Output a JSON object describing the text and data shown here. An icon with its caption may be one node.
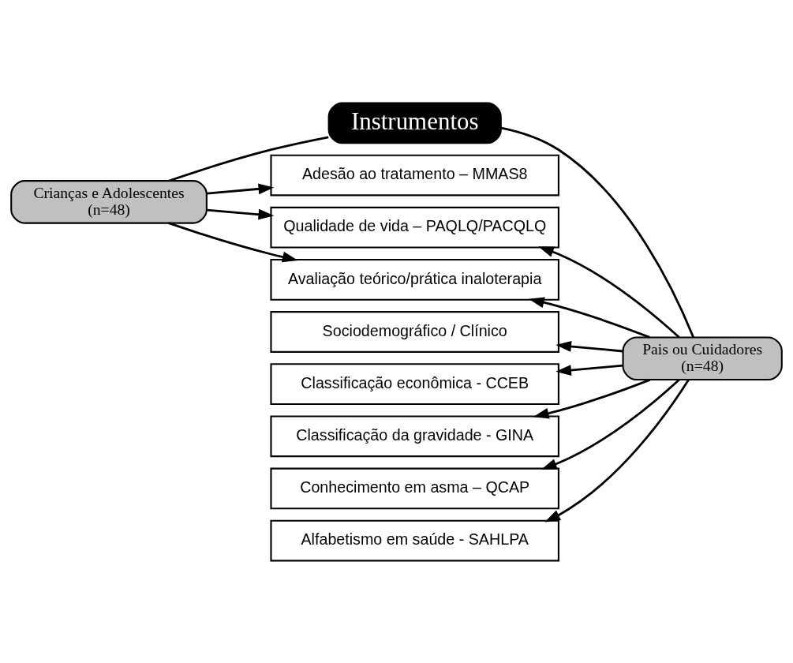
{
  "diagram": {
    "nodes": [
      {
        "text": [
          "Instrumentos"
        ]
      },
      {
        "text": [
          "Crianças e Adolescentes",
          "(n=48)"
        ]
      },
      {
        "text": [
          "Pais ou Cuidadores",
          "(n=48)"
        ]
      },
      {
        "text": [
          "Sociodemográfico / Clínico"
        ]
      },
      {
        "text": [
          "Classificação econômica - CCEB"
        ]
      },
      {
        "text": [
          "Classificação da gravidade - GINA"
        ]
      },
      {
        "text": [
          "Conhecimento em asma – QCAP"
        ]
      },
      {
        "text": [
          "Alfabetismo em saúde - SAHLPA"
        ]
      },
      {
        "text": [
          "Adesão ao tratamento – MMAS8"
        ]
      },
      {
        "text": [
          "Qualidade de vida – PAQLQ/PACQLQ"
        ]
      },
      {
        "text": [
          "Avaliação teórico/prática inaloterapia"
        ]
      }
    ],
    "edges": [
      {
        "from": 0,
        "to": 1,
        "arrow": "none"
      },
      {
        "from": 0,
        "to": 2,
        "arrow": "none"
      },
      {
        "from": 2,
        "to": 3,
        "arrow": "to"
      },
      {
        "from": 2,
        "to": 4,
        "arrow": "to"
      },
      {
        "from": 2,
        "to": 5,
        "arrow": "to"
      },
      {
        "from": 2,
        "to": 6,
        "arrow": "to"
      },
      {
        "from": 2,
        "to": 7,
        "arrow": "to"
      },
      {
        "from": 1,
        "to": 8,
        "arrow": "to"
      },
      {
        "from": 1,
        "to": 9,
        "arrow": "to"
      },
      {
        "from": 2,
        "to": 9,
        "arrow": "to"
      },
      {
        "from": 1,
        "to": 10,
        "arrow": "to"
      },
      {
        "from": 2,
        "to": 10,
        "arrow": "to"
      }
    ]
  }
}
